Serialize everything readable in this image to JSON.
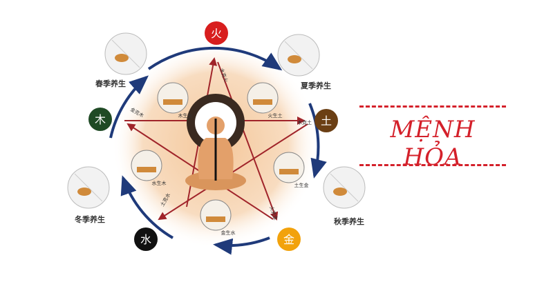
{
  "title": "MỆNH HỎA",
  "elements": [
    {
      "char": "火",
      "color": "#d81e1e"
    },
    {
      "char": "土",
      "color": "#6b3f14"
    },
    {
      "char": "金",
      "color": "#f2a20c"
    },
    {
      "char": "水",
      "color": "#111111"
    },
    {
      "char": "木",
      "color": "#1f4a25"
    }
  ],
  "seasons": [
    "春季养生",
    "夏季养生",
    "秋季养生",
    "冬季养生"
  ],
  "generating": [
    "木生火",
    "火生土",
    "土生金",
    "金生水",
    "水生木"
  ],
  "controlling": [
    "水克火",
    "木克土",
    "火克金",
    "土克水",
    "金克木"
  ],
  "accent": "#d4202a",
  "ring_color": "#1f3a7a"
}
